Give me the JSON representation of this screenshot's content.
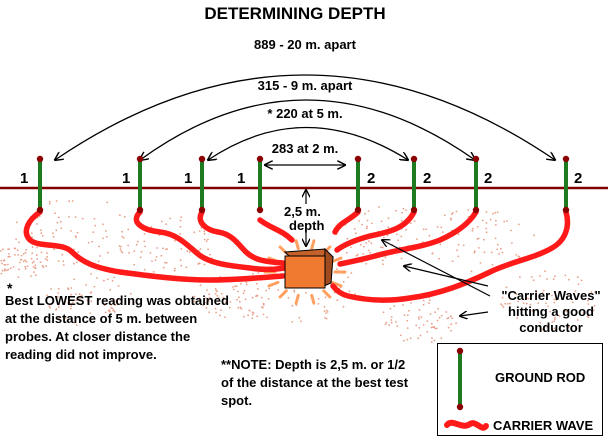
{
  "title": "DETERMINING DEPTH",
  "arcs": [
    {
      "label": "889 - 20 m. apart"
    },
    {
      "label": "315 - 9 m. apart"
    },
    {
      "label": "* 220 at 5 m."
    },
    {
      "label": "283 at 2 m."
    }
  ],
  "probe_numbers": [
    "1",
    "1",
    "1",
    "1",
    "2",
    "2",
    "2",
    "2"
  ],
  "depth_label": {
    "line1": "2,5 m.",
    "line2": "depth"
  },
  "carrier_label": "\"Carrier Waves\" hitting a good conductor",
  "note_left": {
    "marker": "*",
    "text": "Best LOWEST reading was obtained at the distance of  5 m. between probes. At closer distance the reading did not improve."
  },
  "note_bottom": {
    "text": "**NOTE: Depth is 2,5 m. or 1/2 of the distance at the best test spot."
  },
  "legend": {
    "ground_rod": "GROUND ROD",
    "carrier_wave": "CARRIER WAVE"
  },
  "colors": {
    "ground_line": "#800000",
    "rod": "#1e7a1e",
    "rod_tip": "#8b0000",
    "wave": "#ff1a1a",
    "speckle": "#e8a08a",
    "target_fill": "#f07a30",
    "target_glow": "#ffa060"
  }
}
